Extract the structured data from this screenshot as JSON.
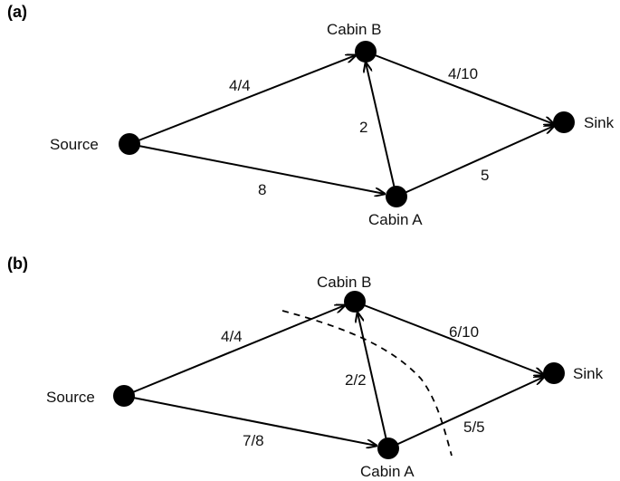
{
  "panels": [
    {
      "label": "(a)",
      "nodes": {
        "source": "Source",
        "cabin_a": "Cabin A",
        "cabin_b": "Cabin B",
        "sink": "Sink"
      },
      "edges": {
        "source_to_cabin_b": "4/4",
        "cabin_b_to_sink": "4/10",
        "cabin_a_to_cabin_b": "2",
        "source_to_cabin_a": "8",
        "cabin_a_to_sink": "5"
      }
    },
    {
      "label": "(b)",
      "nodes": {
        "source": "Source",
        "cabin_a": "Cabin A",
        "cabin_b": "Cabin B",
        "sink": "Sink"
      },
      "edges": {
        "source_to_cabin_b": "4/4",
        "cabin_b_to_sink": "6/10",
        "cabin_a_to_cabin_b": "2/2",
        "source_to_cabin_a": "7/8",
        "cabin_a_to_sink": "5/5"
      }
    }
  ]
}
